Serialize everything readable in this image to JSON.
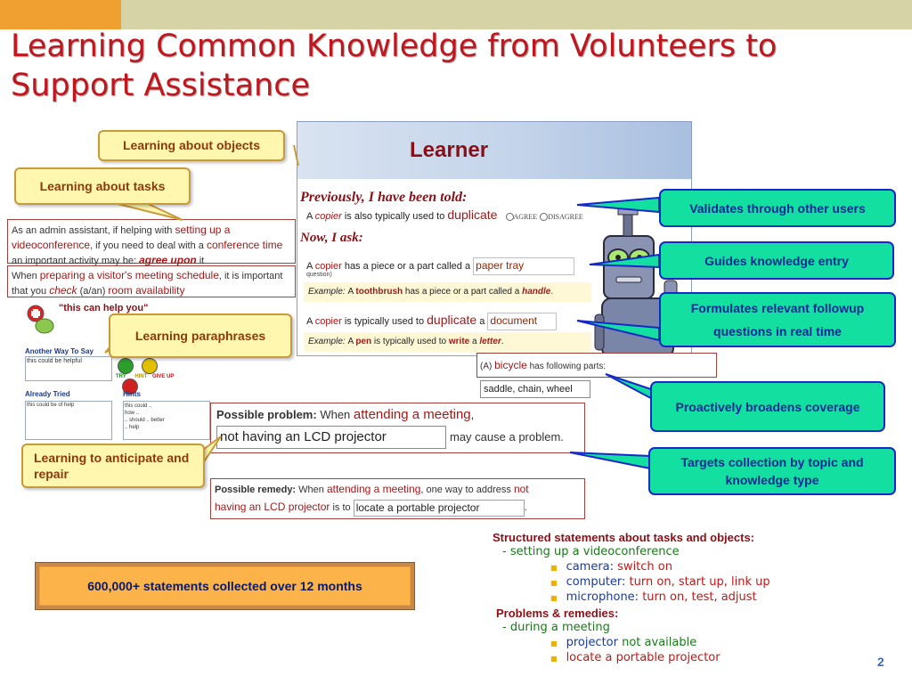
{
  "title": "Learning Common Knowledge from Volunteers to Support Assistance",
  "slide_number": "2",
  "colors": {
    "title": "#c0171f",
    "callout_fill": "#fff6b0",
    "green_callout_fill": "#12dfa0",
    "pointer_blue": "#1828c8",
    "bullet": "#f0b000"
  },
  "callouts": {
    "objects": "Learning about objects",
    "tasks": "Learning about tasks",
    "paraphrases": "Learning paraphrases",
    "anticipate": "Learning to anticipate and repair",
    "stats": "600,000+ statements collected over 12 months"
  },
  "green_callouts": {
    "validates": "Validates through other users",
    "guides": "Guides knowledge entry",
    "formulates": "Formulates relevant followup questions in real time",
    "broadens": "Proactively broadens coverage",
    "targets": "Targets collection by topic and knowledge type"
  },
  "task_panel": {
    "p1": "As an admin assistant, if helping with ",
    "setting_up": "setting up a videoconference",
    "p2": ", if you need to deal with a ",
    "conference_time": "conference time",
    "p3": "an important activity may be: ",
    "agree_upon": "agree upon",
    "p4": " it",
    "p5": "When ",
    "preparing": "preparing a visitor's meeting schedule",
    "p6": ", it is important that you ",
    "check": "check",
    "p7": " (a/an) ",
    "room": "room availability"
  },
  "help_panel": {
    "heading": "\"this can help you\"",
    "another_way": "Another Way To Say",
    "could_be_helpful": "this could be helpful",
    "try": "TRY",
    "hint": "HINT",
    "give_up": "GIVE UP",
    "already_tried": "Already Tried",
    "hints": "Hints",
    "tried_text": "this could be of help",
    "hints_text": "this could ..\nhow ..\n.. should .. better\n.. help"
  },
  "learner": {
    "title": "Learner",
    "previously": "Previously, I have been told:",
    "r1a": "A ",
    "r1_copier": "copier",
    "r1b": " is also typically used to ",
    "r1_answer": "duplicate",
    "agree": "AGREE",
    "disagree": "DISAGREE",
    "question": "question)",
    "now_ask": "Now, I ask:",
    "r2a": "A ",
    "r2_copier": "copier",
    "r2b": " has a piece or a part called a ",
    "r2_input": "paper tray",
    "ex1_label": "Example: ",
    "ex1a": "A ",
    "ex1_toothbrush": "toothbrush",
    "ex1b": " has a piece or a part called a ",
    "ex1_handle": "handle",
    "ex1c": ".",
    "r3a": "A ",
    "r3_copier": "copier",
    "r3b": " is typically used to ",
    "r3_duplicate": "duplicate",
    "r3c": " a ",
    "r3_input": "document",
    "ex2_label": "Example: ",
    "ex2a": "A ",
    "ex2_pen": "pen",
    "ex2b": " is typically used to ",
    "ex2_write": "write",
    "ex2c": " a ",
    "ex2_letter": "letter",
    "ex2d": "."
  },
  "bicycle": {
    "a": "(A) ",
    "bicycle": "bicycle",
    "b": " has following parts:",
    "input": "saddle, chain, wheel"
  },
  "problem": {
    "label": "Possible problem:",
    "when": " When ",
    "attending": "attending a meeting",
    "comma": ",",
    "input": "not having an LCD projector",
    "tail": "may cause a problem."
  },
  "remedy": {
    "label": "Possible remedy:",
    "when": " When ",
    "attending": "attending a meeting",
    "middle": ", one way to address ",
    "not": "not",
    "having": "having an LCD projector",
    "is_to": " is to ",
    "input": "locate a portable projector",
    "dot": "."
  },
  "structured": {
    "heading": "Structured statements about tasks and objects:",
    "task": "- setting up a videoconference",
    "items": [
      {
        "obj": "camera:",
        "val": " switch on"
      },
      {
        "obj": "computer:",
        "val": " turn on, start up, link up"
      },
      {
        "obj": "microphone:",
        "val": " turn on, test, adjust"
      }
    ],
    "problems_heading": "Problems & remedies:",
    "problems_task": "- during a meeting",
    "p1_obj": "projector",
    "p1_val": " not available",
    "p2": "locate a portable projector"
  }
}
